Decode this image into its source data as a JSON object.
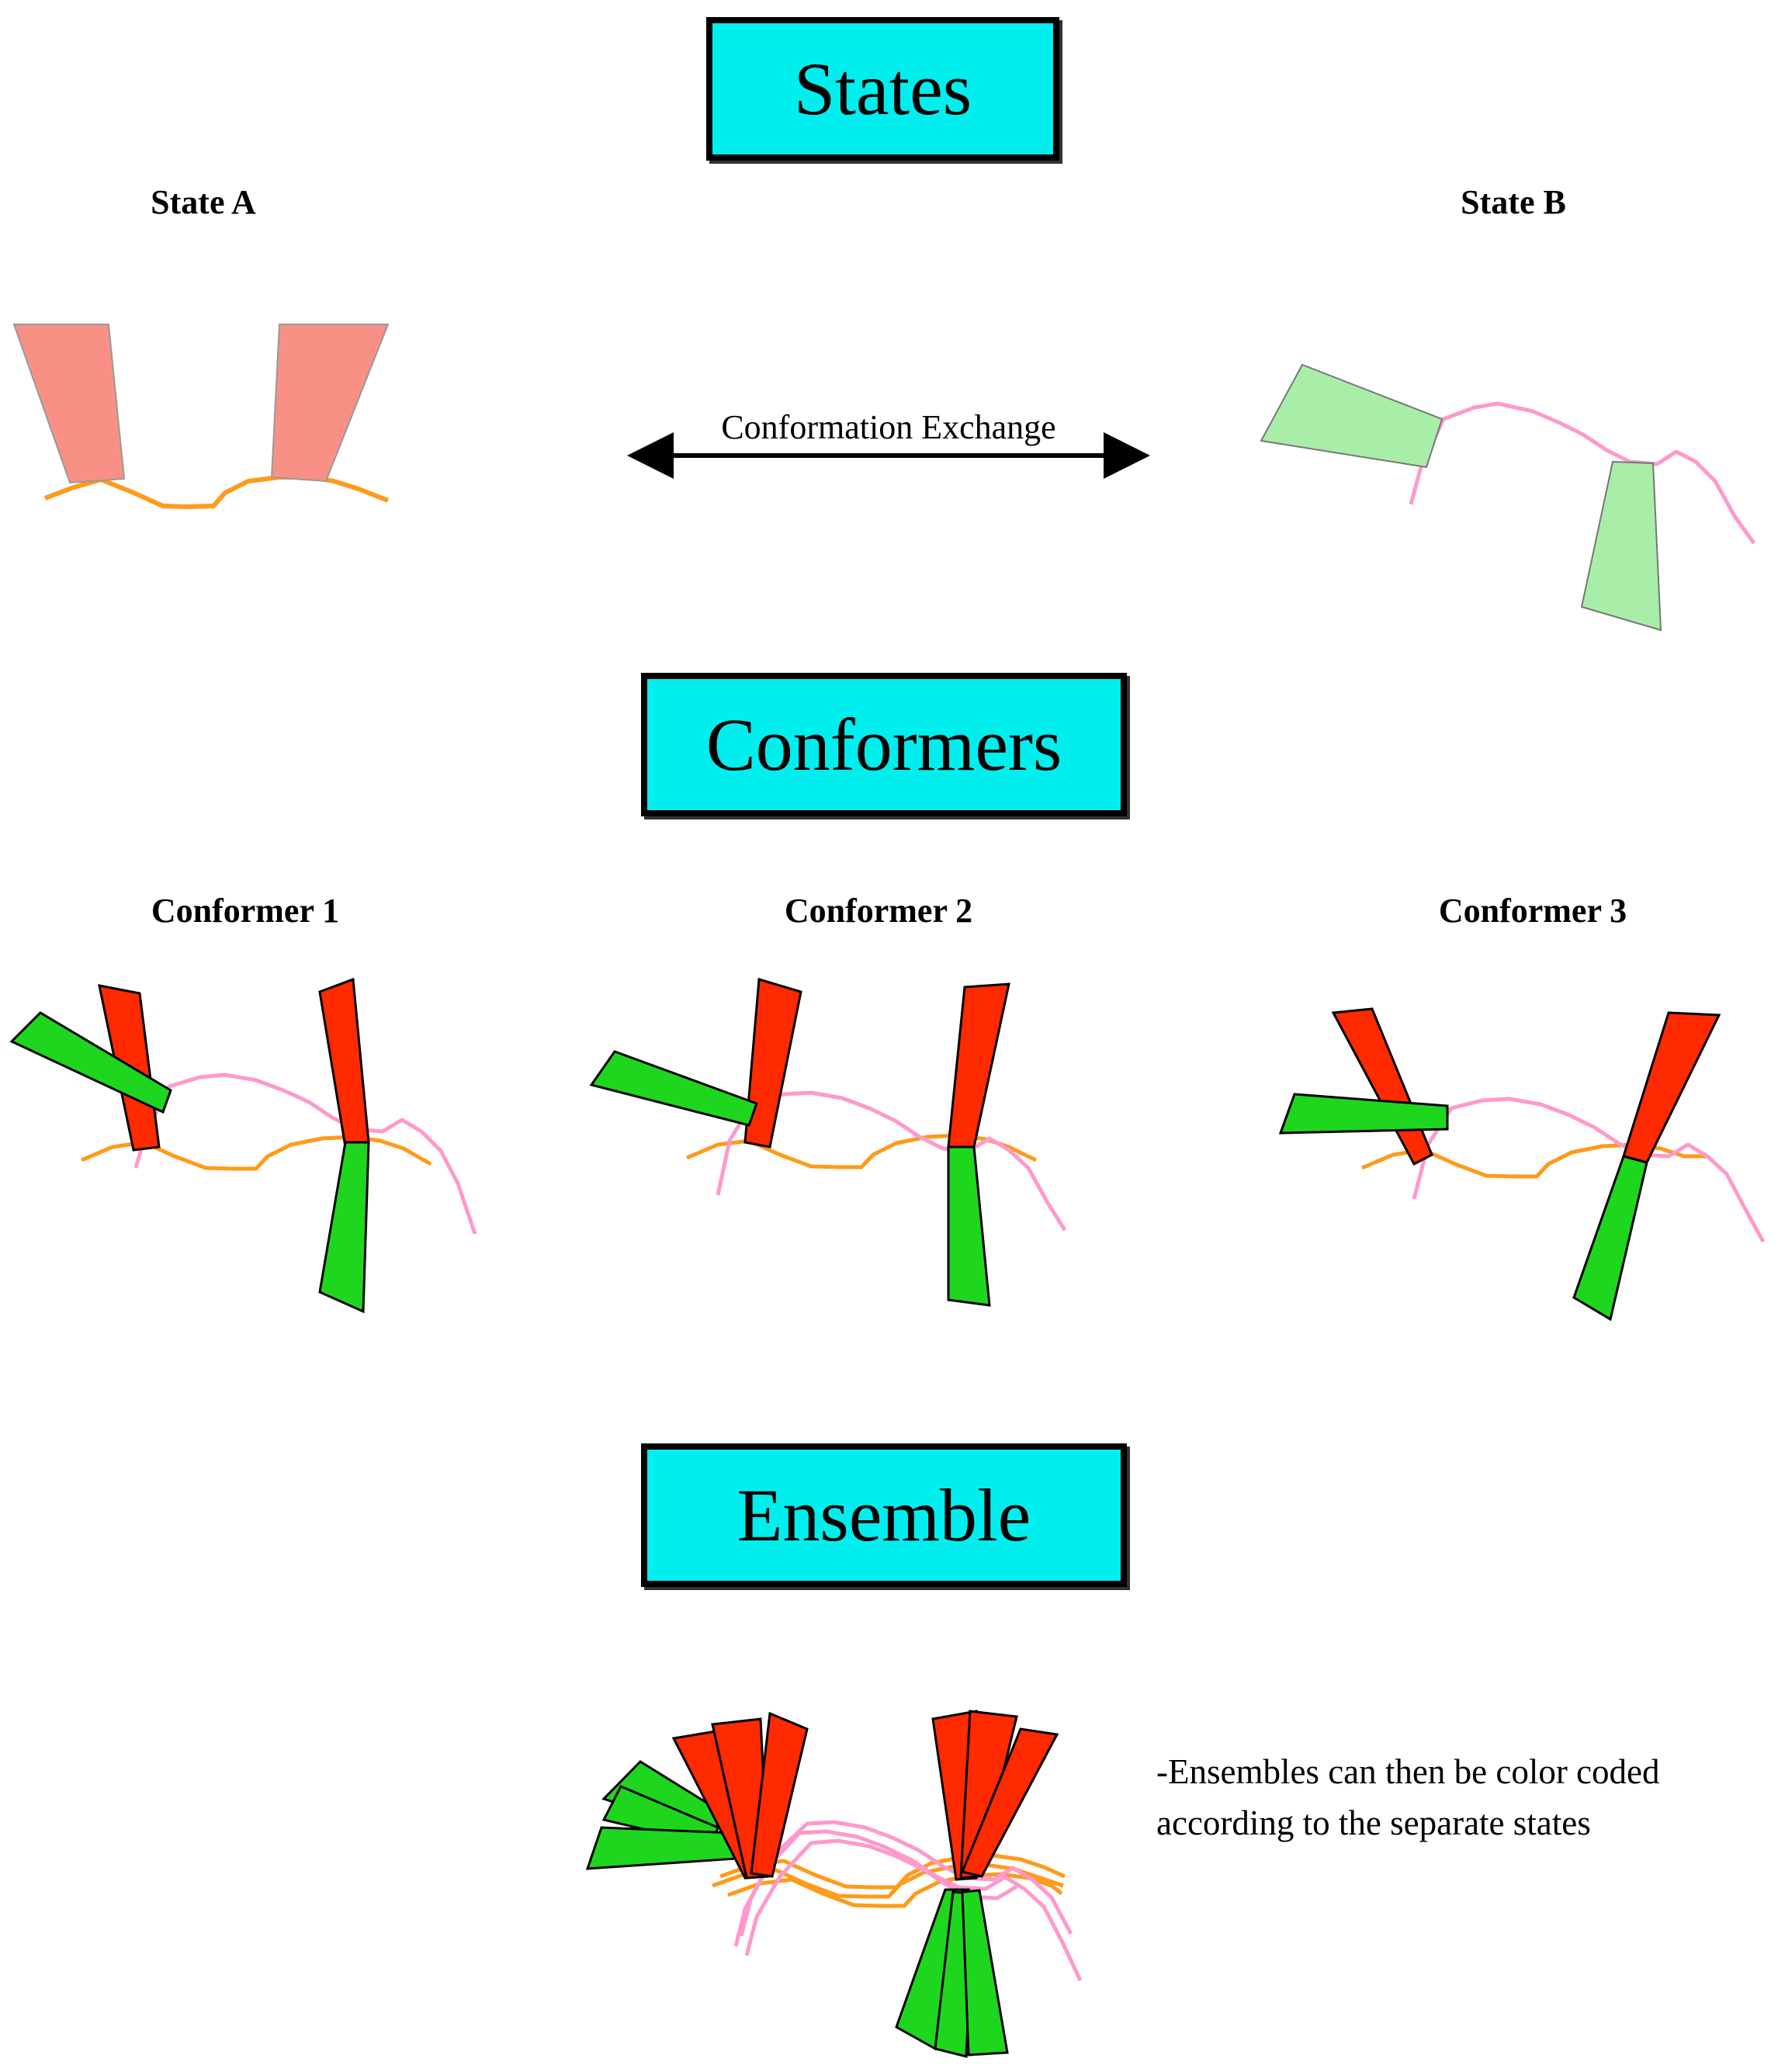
{
  "colors": {
    "box_fill": "#00eeee",
    "red_solid": "#ff2a00",
    "green_solid": "#1fd61f",
    "red_faded": "#f99086",
    "green_faded": "#a8eea8",
    "backbone_orange": "#ff9a1a",
    "backbone_pink": "#ff99cc"
  },
  "sections": {
    "states": "States",
    "conformers": "Conformers",
    "ensemble": "Ensemble"
  },
  "states": {
    "state_a": "State A",
    "state_b": "State B",
    "exchange_label": "Conformation Exchange"
  },
  "conformers": {
    "c1": "Conformer 1",
    "c2": "Conformer 2",
    "c3": "Conformer 3"
  },
  "ensemble": {
    "note_line1": "-Ensembles can then be color coded",
    "note_line2": "according to the separate states"
  }
}
